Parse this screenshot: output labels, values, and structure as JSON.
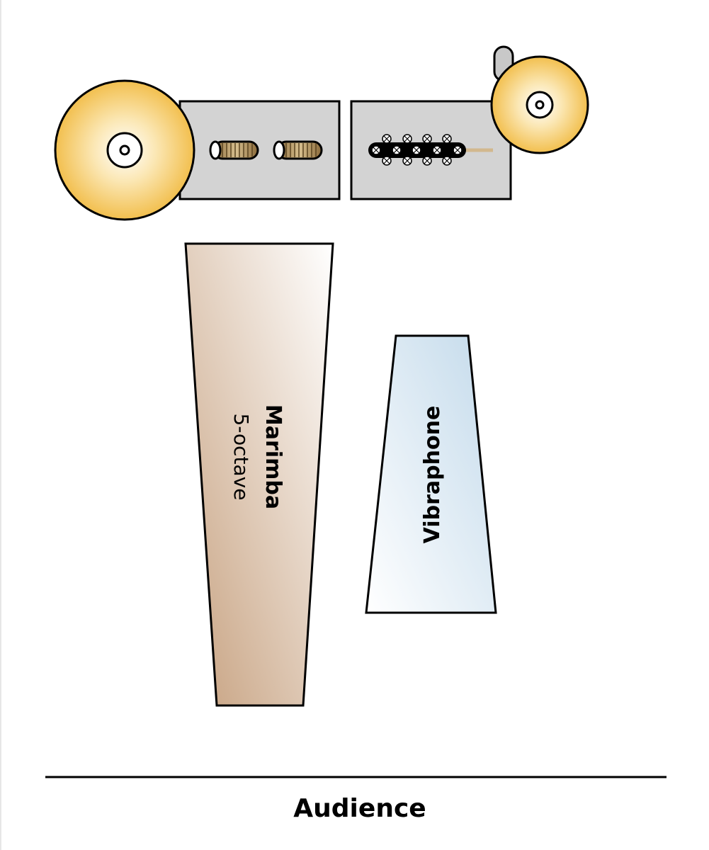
{
  "instruments": {
    "marimba": {
      "name": "Marimba",
      "range": "5-octave"
    },
    "vibraphone": {
      "name": "Vibraphone"
    }
  },
  "audience_label": "Audience",
  "colors": {
    "cymbal_gold": "#f5c453",
    "table_gray": "#d3d3d3",
    "marimba_wood": "#c9a585",
    "vibraphone_blue": "#c6dcec",
    "outline": "#000000"
  },
  "icons": [
    "cymbal-icon",
    "chime-icon",
    "tambourine-icon",
    "triangle-holder-icon"
  ]
}
